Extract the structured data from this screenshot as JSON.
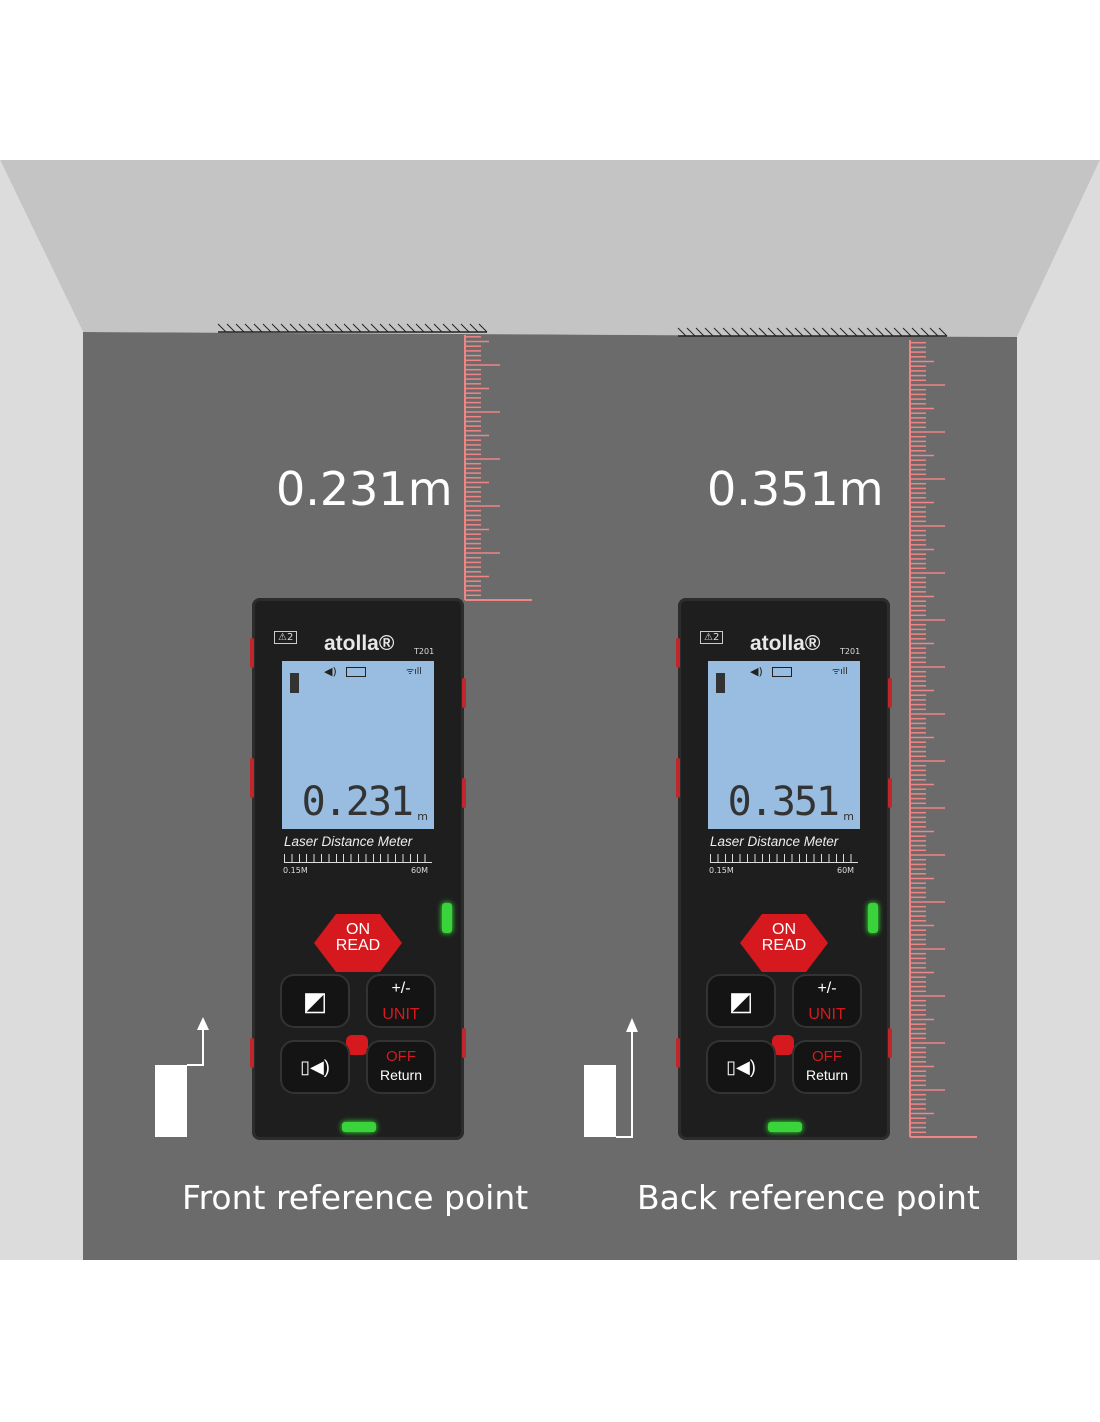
{
  "readings": [
    "0.231m",
    "0.351m"
  ],
  "captions": [
    "Front reference point",
    "Back reference point"
  ],
  "devices": [
    {
      "laser_class": "⚠2",
      "brand": "atolla®",
      "model": "T201",
      "display_value": "0.231",
      "display_unit": "m",
      "title": "Laser Distance Meter",
      "scale_min": "0.15M",
      "scale_max": "60M",
      "on_label": "ON",
      "read_label": "READ",
      "plusminus_label": "+/-",
      "unit_label": "UNIT",
      "off_label": "OFF",
      "return_label": "Return"
    },
    {
      "laser_class": "⚠2",
      "brand": "atolla®",
      "model": "T201",
      "display_value": "0.351",
      "display_unit": "m",
      "title": "Laser Distance Meter",
      "scale_min": "0.15M",
      "scale_max": "60M",
      "on_label": "ON",
      "read_label": "READ",
      "plusminus_label": "+/-",
      "unit_label": "UNIT",
      "off_label": "OFF",
      "return_label": "Return"
    }
  ],
  "colors": {
    "wall": "#6b6b6b",
    "ceiling": "#c4c4c4",
    "side": "#dcdcdc",
    "ruler": "#f08585",
    "accent": "#d6191f"
  }
}
